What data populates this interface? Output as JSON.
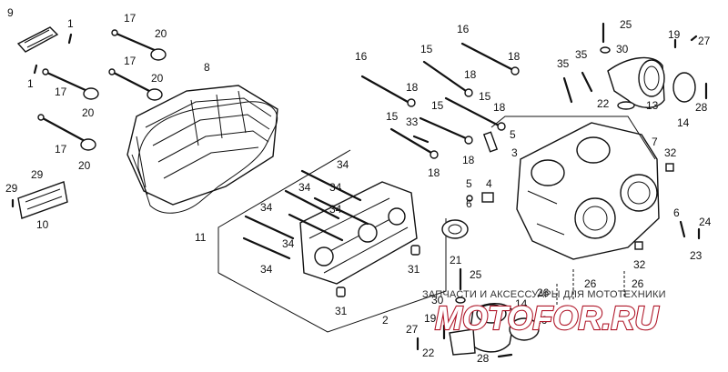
{
  "watermark": {
    "caption": "ЗАПЧАСТИ И АКСЕССУАРЫ ДЛЯ МОТОТЕХНИКИ",
    "logo_a": "MOTO",
    "logo_b": "FOR.RU",
    "logo_colors": {
      "outline": "#b0182a",
      "fill": "#ffffff"
    }
  },
  "callouts": {
    "n1": "1",
    "n1b": "1",
    "n2": "2",
    "n3": "3",
    "n4": "4",
    "n5": "5",
    "n6": "6",
    "n7": "7",
    "n8": "8",
    "n9": "9",
    "n10": "10",
    "n11": "11",
    "n13": "13",
    "n14a": "14",
    "n14b": "14",
    "n15a": "15",
    "n15b": "15",
    "n15c": "15",
    "n15d": "15",
    "n16a": "16",
    "n16b": "16",
    "n17a": "17",
    "n17b": "17",
    "n17c": "17",
    "n17d": "17",
    "n18a": "18",
    "n18b": "18",
    "n18c": "18",
    "n18d": "18",
    "n18e": "18",
    "n18f": "18",
    "n19a": "19",
    "n19b": "19",
    "n20a": "20",
    "n20b": "20",
    "n20c": "20",
    "n20d": "20",
    "n21": "21",
    "n22a": "22",
    "n22b": "22",
    "n23": "23",
    "n24": "24",
    "n25a": "25",
    "n25b": "25",
    "n26a": "26",
    "n26b": "26",
    "n26c": "26",
    "n26d": "26",
    "n27a": "27",
    "n27b": "27",
    "n28a": "28",
    "n28b": "28",
    "n29a": "29",
    "n29b": "29",
    "n30a": "30",
    "n30b": "30",
    "n31a": "31",
    "n31b": "31",
    "n32a": "32",
    "n32b": "32",
    "n33": "33",
    "n34a": "34",
    "n34b": "34",
    "n34c": "34",
    "n34d": "34",
    "n34e": "34",
    "n34f": "34",
    "n34g": "34",
    "n35a": "35",
    "n35b": "35"
  }
}
